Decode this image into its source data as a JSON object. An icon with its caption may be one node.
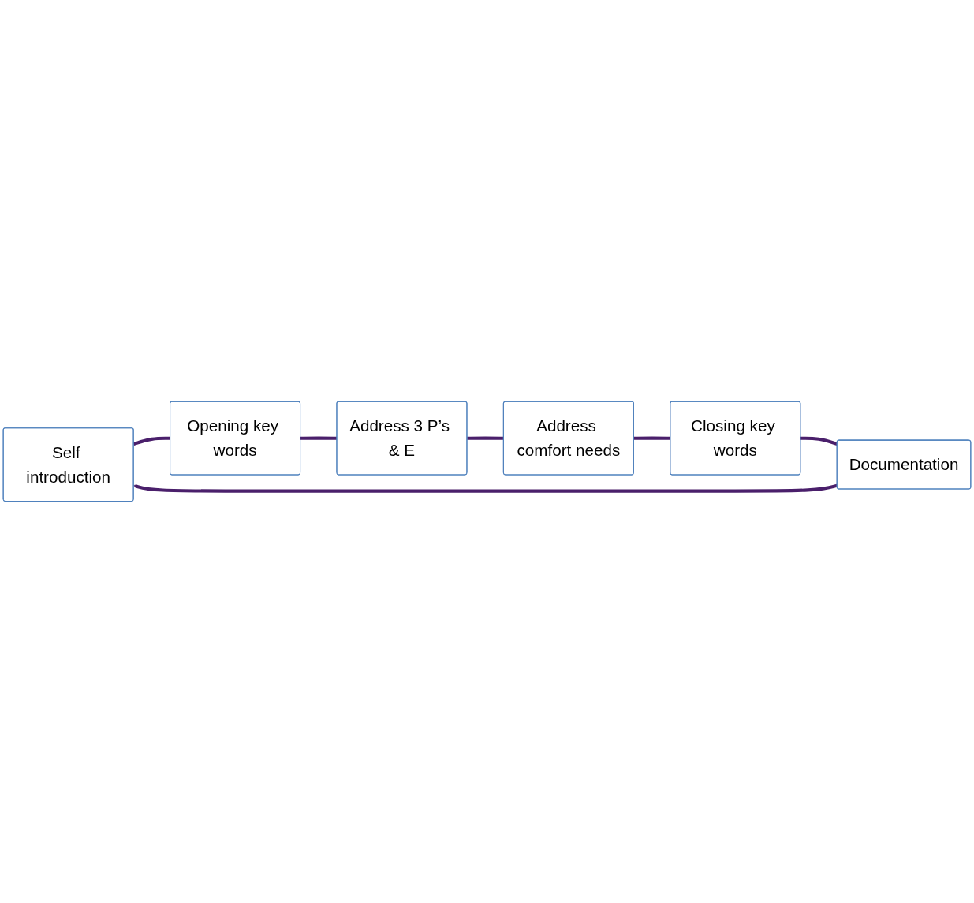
{
  "diagram": {
    "nodes": [
      {
        "text": [
          "Self introduction"
        ]
      },
      {
        "text": [
          "Opening key words"
        ]
      },
      {
        "text": [
          "Address 3 P’s & E"
        ]
      },
      {
        "text": [
          "Address comfort needs"
        ]
      },
      {
        "text": [
          "Closing key words"
        ]
      },
      {
        "text": [
          "Documentation"
        ]
      }
    ],
    "edges": [
      {
        "from": 0,
        "to": 1,
        "arrow": "none"
      },
      {
        "from": 1,
        "to": 2,
        "arrow": "none"
      },
      {
        "from": 2,
        "to": 3,
        "arrow": "none"
      },
      {
        "from": 3,
        "to": 4,
        "arrow": "none"
      },
      {
        "from": 4,
        "to": 5,
        "arrow": "none"
      },
      {
        "from": 5,
        "to": 0,
        "arrow": "to"
      }
    ]
  }
}
